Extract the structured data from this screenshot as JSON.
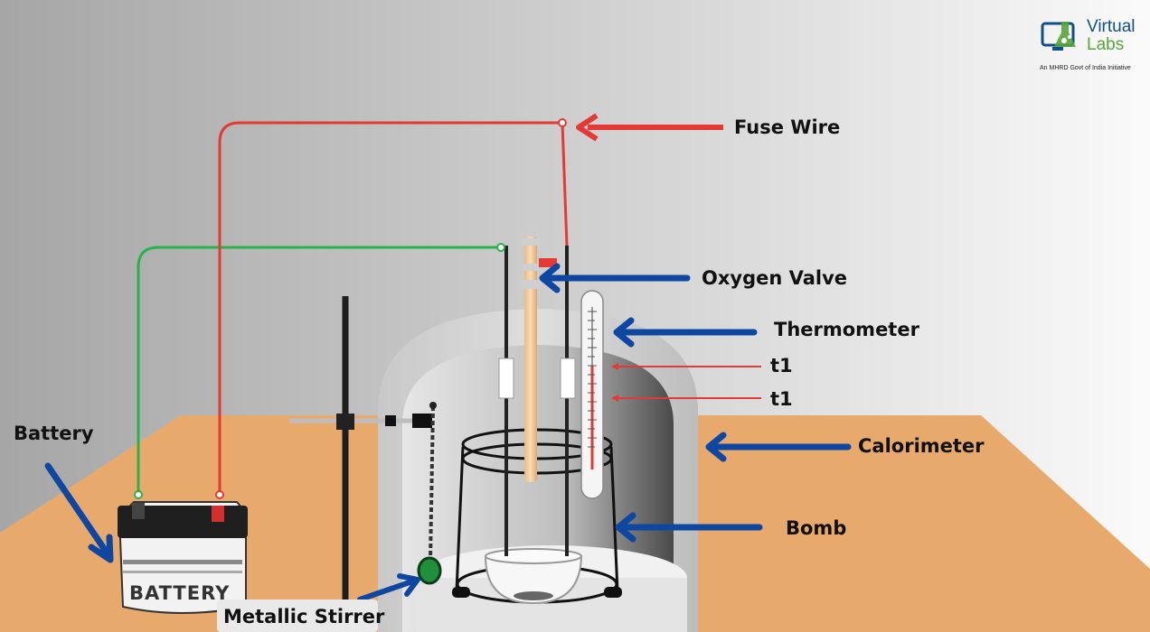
{
  "logo": {
    "line1": "Virtual",
    "line2": "Labs",
    "tagline": "An MHRD Govt of India Initiative"
  },
  "labels": {
    "fuse_wire": "Fuse Wire",
    "oxygen_valve": "Oxygen Valve",
    "thermometer": "Thermometer",
    "t1_upper": "t1",
    "t1_lower": "t1",
    "calorimeter": "Calorimeter",
    "bomb": "Bomb",
    "battery": "Battery",
    "metallic_stirrer": "Metallic Stirrer"
  },
  "battery_casing_text": "BATTERY",
  "colors": {
    "fuse_wire": "#e53935",
    "green_wire": "#2bb24c",
    "arrow_blue": "#0d47a1",
    "table": "#e8a96c",
    "logo_blue": "#0f4f8a",
    "logo_green": "#56a53a"
  }
}
